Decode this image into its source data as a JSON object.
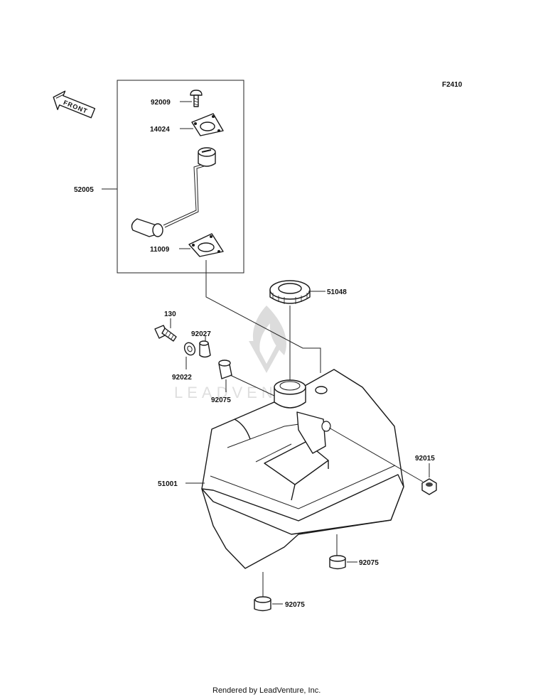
{
  "figure_code": "F2410",
  "front_arrow_text": "FRONT",
  "watermark": "LEADVENTURE",
  "footer": "Rendered by LeadVenture, Inc.",
  "parts": [
    {
      "id": "p92009",
      "number": "92009",
      "name": "bolt"
    },
    {
      "id": "p14024",
      "number": "14024",
      "name": "plate"
    },
    {
      "id": "p52005",
      "number": "52005",
      "name": "fuel-gauge-assy"
    },
    {
      "id": "p11009",
      "number": "11009",
      "name": "gasket"
    },
    {
      "id": "p51048",
      "number": "51048",
      "name": "fuel-cap"
    },
    {
      "id": "p130",
      "number": "130",
      "name": "flange-bolt"
    },
    {
      "id": "p92027",
      "number": "92027",
      "name": "collar"
    },
    {
      "id": "p92022",
      "number": "92022",
      "name": "washer"
    },
    {
      "id": "p92075a",
      "number": "92075",
      "name": "damper-upper"
    },
    {
      "id": "p51001",
      "number": "51001",
      "name": "fuel-tank"
    },
    {
      "id": "p92015",
      "number": "92015",
      "name": "nut"
    },
    {
      "id": "p92075b",
      "number": "92075",
      "name": "damper-right"
    },
    {
      "id": "p92075c",
      "number": "92075",
      "name": "damper-bottom"
    }
  ]
}
